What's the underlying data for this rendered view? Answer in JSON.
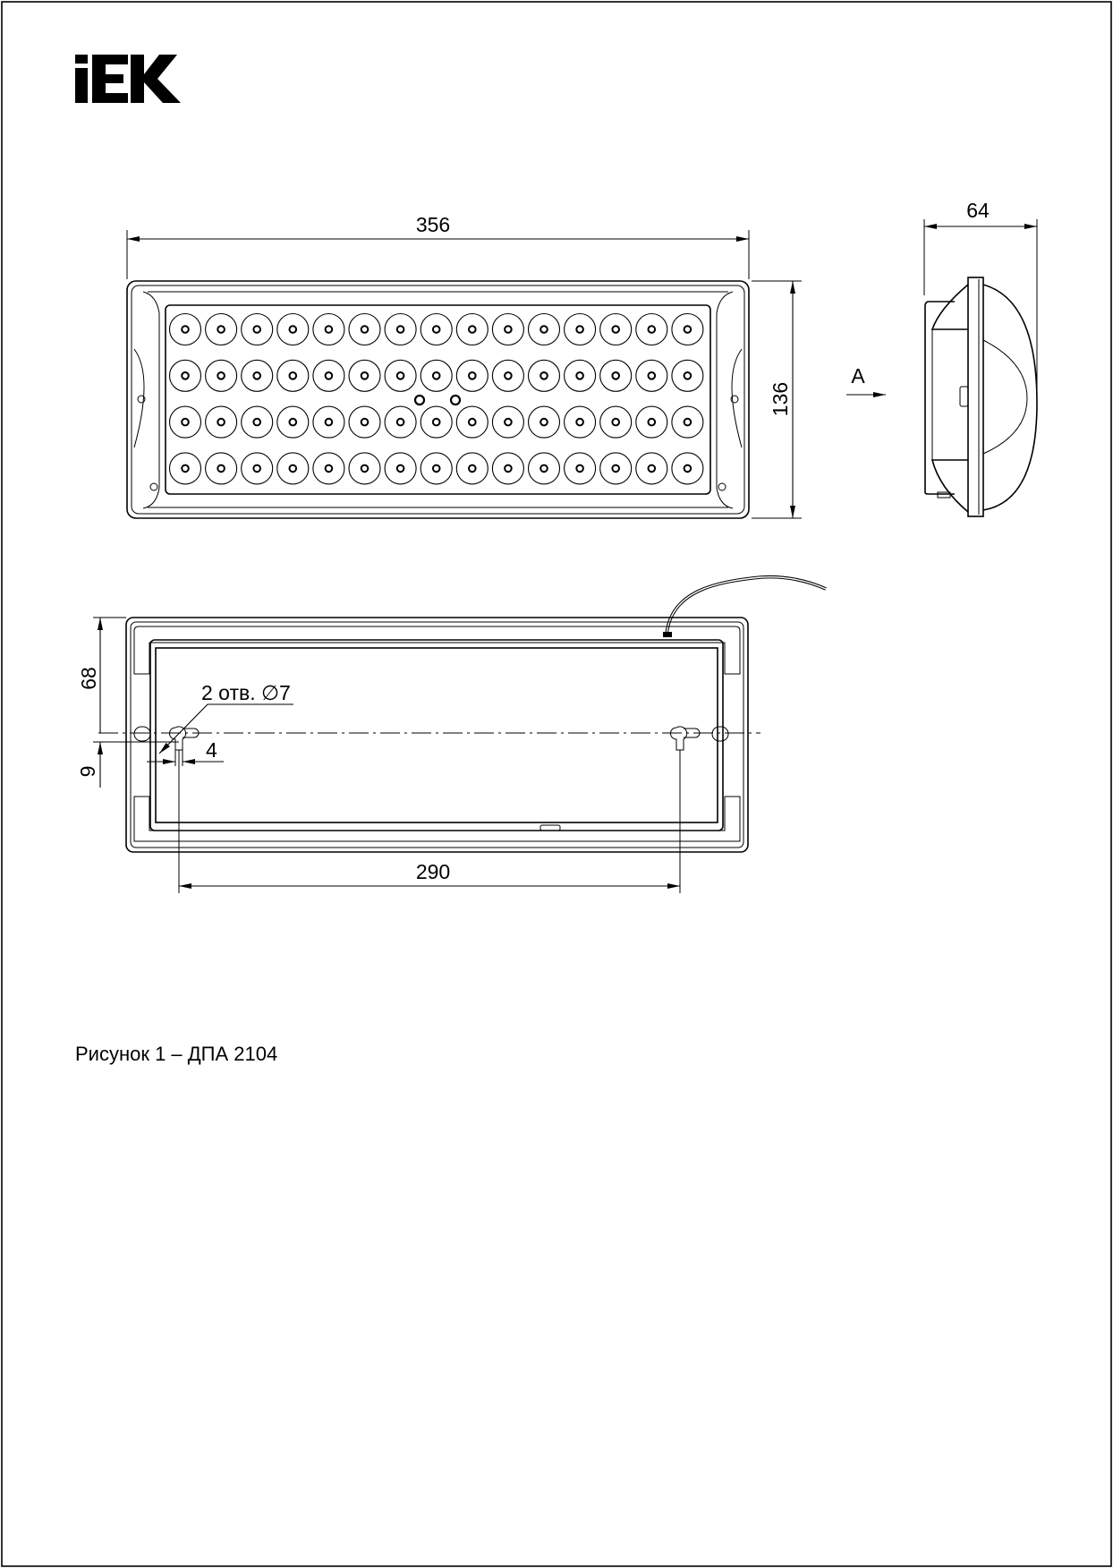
{
  "logo": {
    "text": "IEK"
  },
  "front_view": {
    "width_dim": "356",
    "height_dim": "136",
    "view_arrow_label": "A",
    "led_rows": 4,
    "led_cols": 15
  },
  "side_view": {
    "depth_dim": "64"
  },
  "back_view": {
    "height_dim": "68",
    "offset_dim": "9",
    "holes_note": "2 отв. ∅7",
    "slot_dim": "4",
    "hole_spacing_dim": "290"
  },
  "caption": "Рисунок 1 – ДПА 2104",
  "colors": {
    "line": "#000000",
    "background": "#ffffff"
  }
}
